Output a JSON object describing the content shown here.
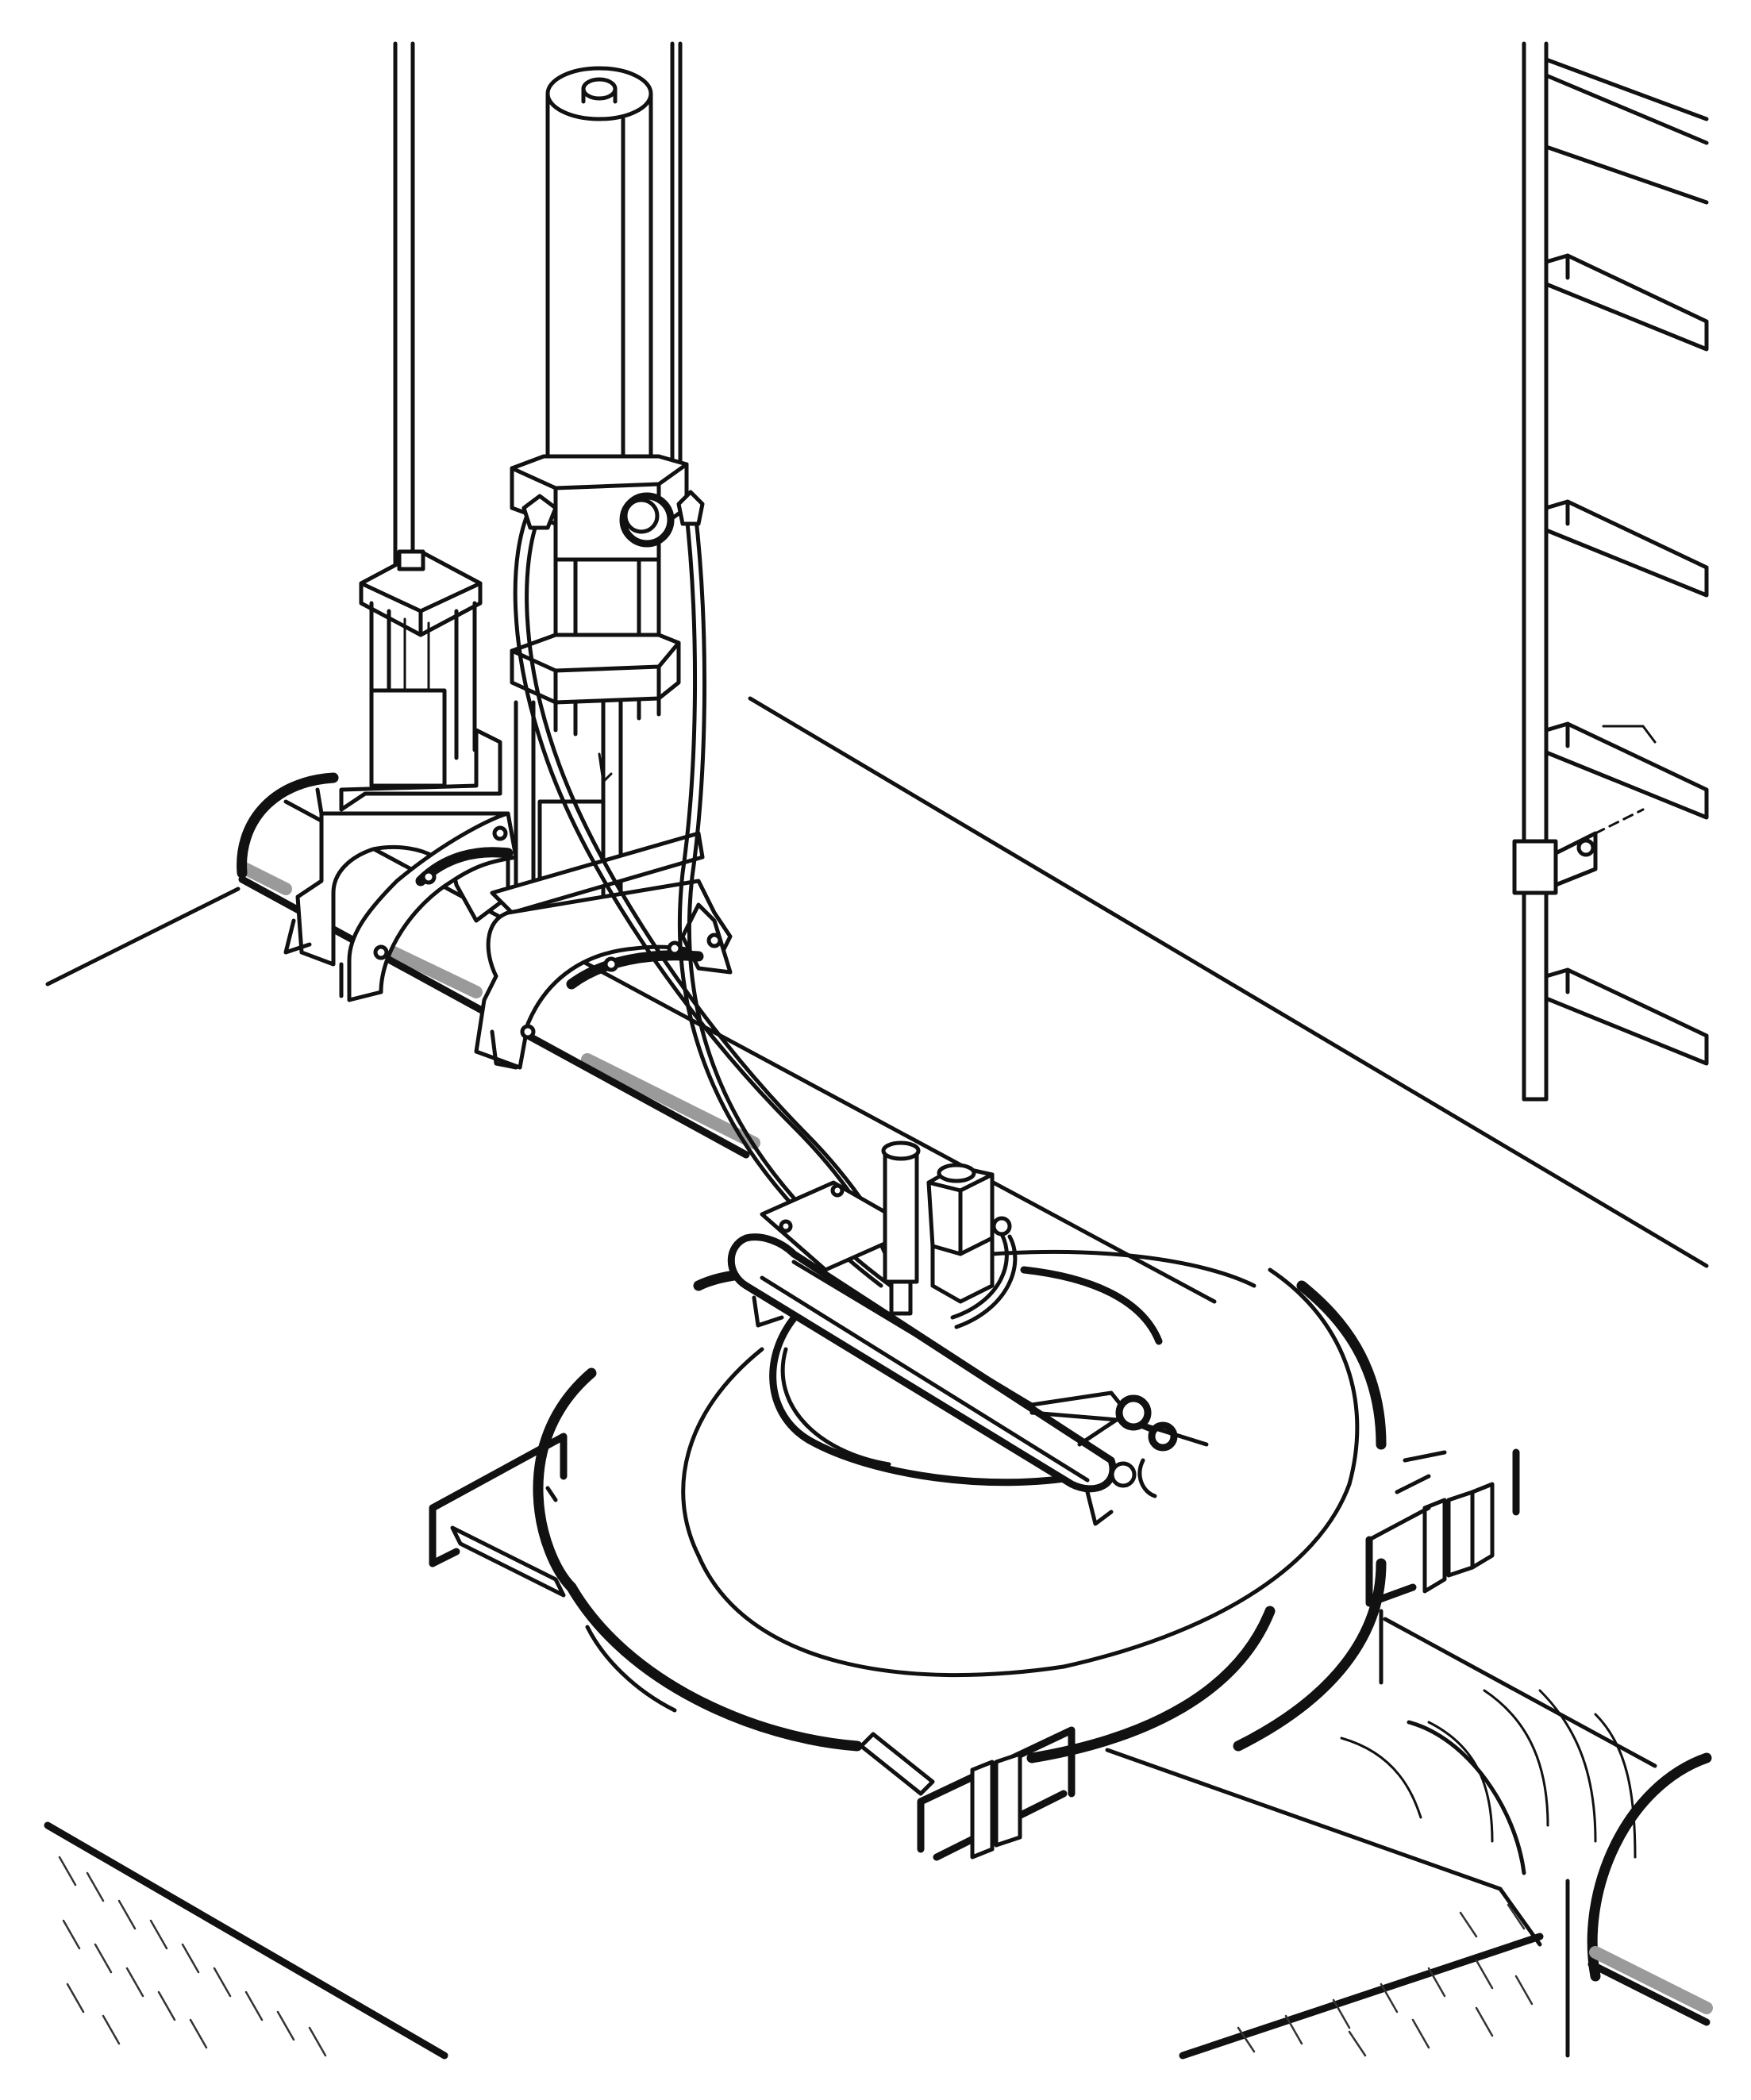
{
  "diagram": {
    "kind": "isometric line illustration",
    "components": [
      {
        "id": "ladder",
        "icon": "ladder-icon"
      },
      {
        "id": "knife-gate-valve-manual",
        "icon": "valve-icon"
      },
      {
        "id": "knife-gate-valve-pneumatic",
        "icon": "pneumatic-cylinder-icon"
      },
      {
        "id": "air-lines",
        "icon": "hose-icon"
      },
      {
        "id": "pipe",
        "icon": "pipe-icon"
      },
      {
        "id": "hatch-lid",
        "icon": "hatch-icon"
      },
      {
        "id": "lid-clamp-mechanism",
        "icon": "clamp-icon"
      },
      {
        "id": "tank-flange",
        "icon": "flange-icon"
      },
      {
        "id": "mounting-brackets",
        "icon": "bracket-icon"
      },
      {
        "id": "outlet-duct",
        "icon": "duct-icon"
      },
      {
        "id": "liquid-containers",
        "icon": "liquid-icon"
      }
    ],
    "colors": {
      "ink": "#111111",
      "pipe_shade": "#9a9a9a",
      "background": "#ffffff"
    }
  }
}
